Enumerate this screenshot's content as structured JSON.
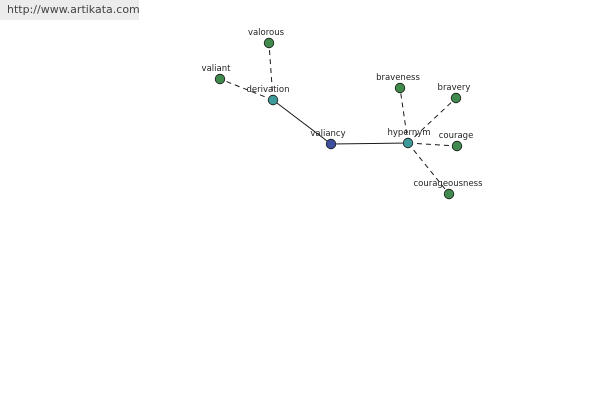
{
  "watermark": {
    "text": "http://www.artikata.com"
  },
  "colors": {
    "center": "#3e4f9d",
    "relation": "#3e9a99",
    "word": "#3f8a4c",
    "stroke": "#1a1a1a"
  },
  "graph": {
    "nodes": [
      {
        "id": "valiancy",
        "label": "valiancy",
        "kind": "center"
      },
      {
        "id": "derivation",
        "label": "derivation",
        "kind": "relation"
      },
      {
        "id": "hypernym",
        "label": "hypernym",
        "kind": "relation"
      },
      {
        "id": "valorous",
        "label": "valorous",
        "kind": "word"
      },
      {
        "id": "valiant",
        "label": "valiant",
        "kind": "word"
      },
      {
        "id": "braveness",
        "label": "braveness",
        "kind": "word"
      },
      {
        "id": "bravery",
        "label": "bravery",
        "kind": "word"
      },
      {
        "id": "courage",
        "label": "courage",
        "kind": "word"
      },
      {
        "id": "courageousness",
        "label": "courageousness",
        "kind": "word"
      }
    ],
    "edges": [
      {
        "from": "valiancy",
        "to": "derivation",
        "style": "solid"
      },
      {
        "from": "valiancy",
        "to": "hypernym",
        "style": "solid"
      },
      {
        "from": "derivation",
        "to": "valorous",
        "style": "dashed"
      },
      {
        "from": "derivation",
        "to": "valiant",
        "style": "dashed"
      },
      {
        "from": "hypernym",
        "to": "braveness",
        "style": "dashed"
      },
      {
        "from": "hypernym",
        "to": "bravery",
        "style": "dashed"
      },
      {
        "from": "hypernym",
        "to": "courage",
        "style": "dashed"
      },
      {
        "from": "hypernym",
        "to": "courageousness",
        "style": "dashed"
      }
    ]
  }
}
